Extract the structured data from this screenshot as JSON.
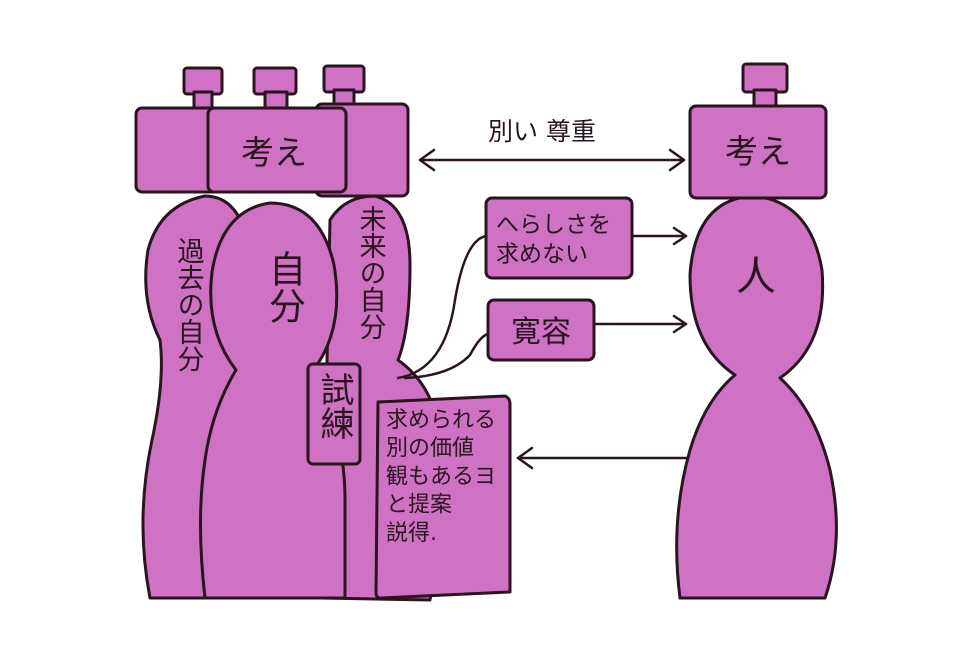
{
  "left_group": {
    "head_label": "考え",
    "past_self": "過去の自分",
    "self": "自分",
    "future_self": "未来の自分",
    "trial": "試練"
  },
  "arrow_top_label": "別い 尊重",
  "box_normality": "へらしさを\n求めない",
  "box_tolerance": "寛容",
  "box_proposal": "求められる\n別の価値\n観もあるヨ\nと提案\n説得.",
  "right_person": {
    "head_label": "考え",
    "body_label": "人"
  },
  "colors": {
    "fill": "#cf72c4",
    "stroke": "#2a1420"
  }
}
